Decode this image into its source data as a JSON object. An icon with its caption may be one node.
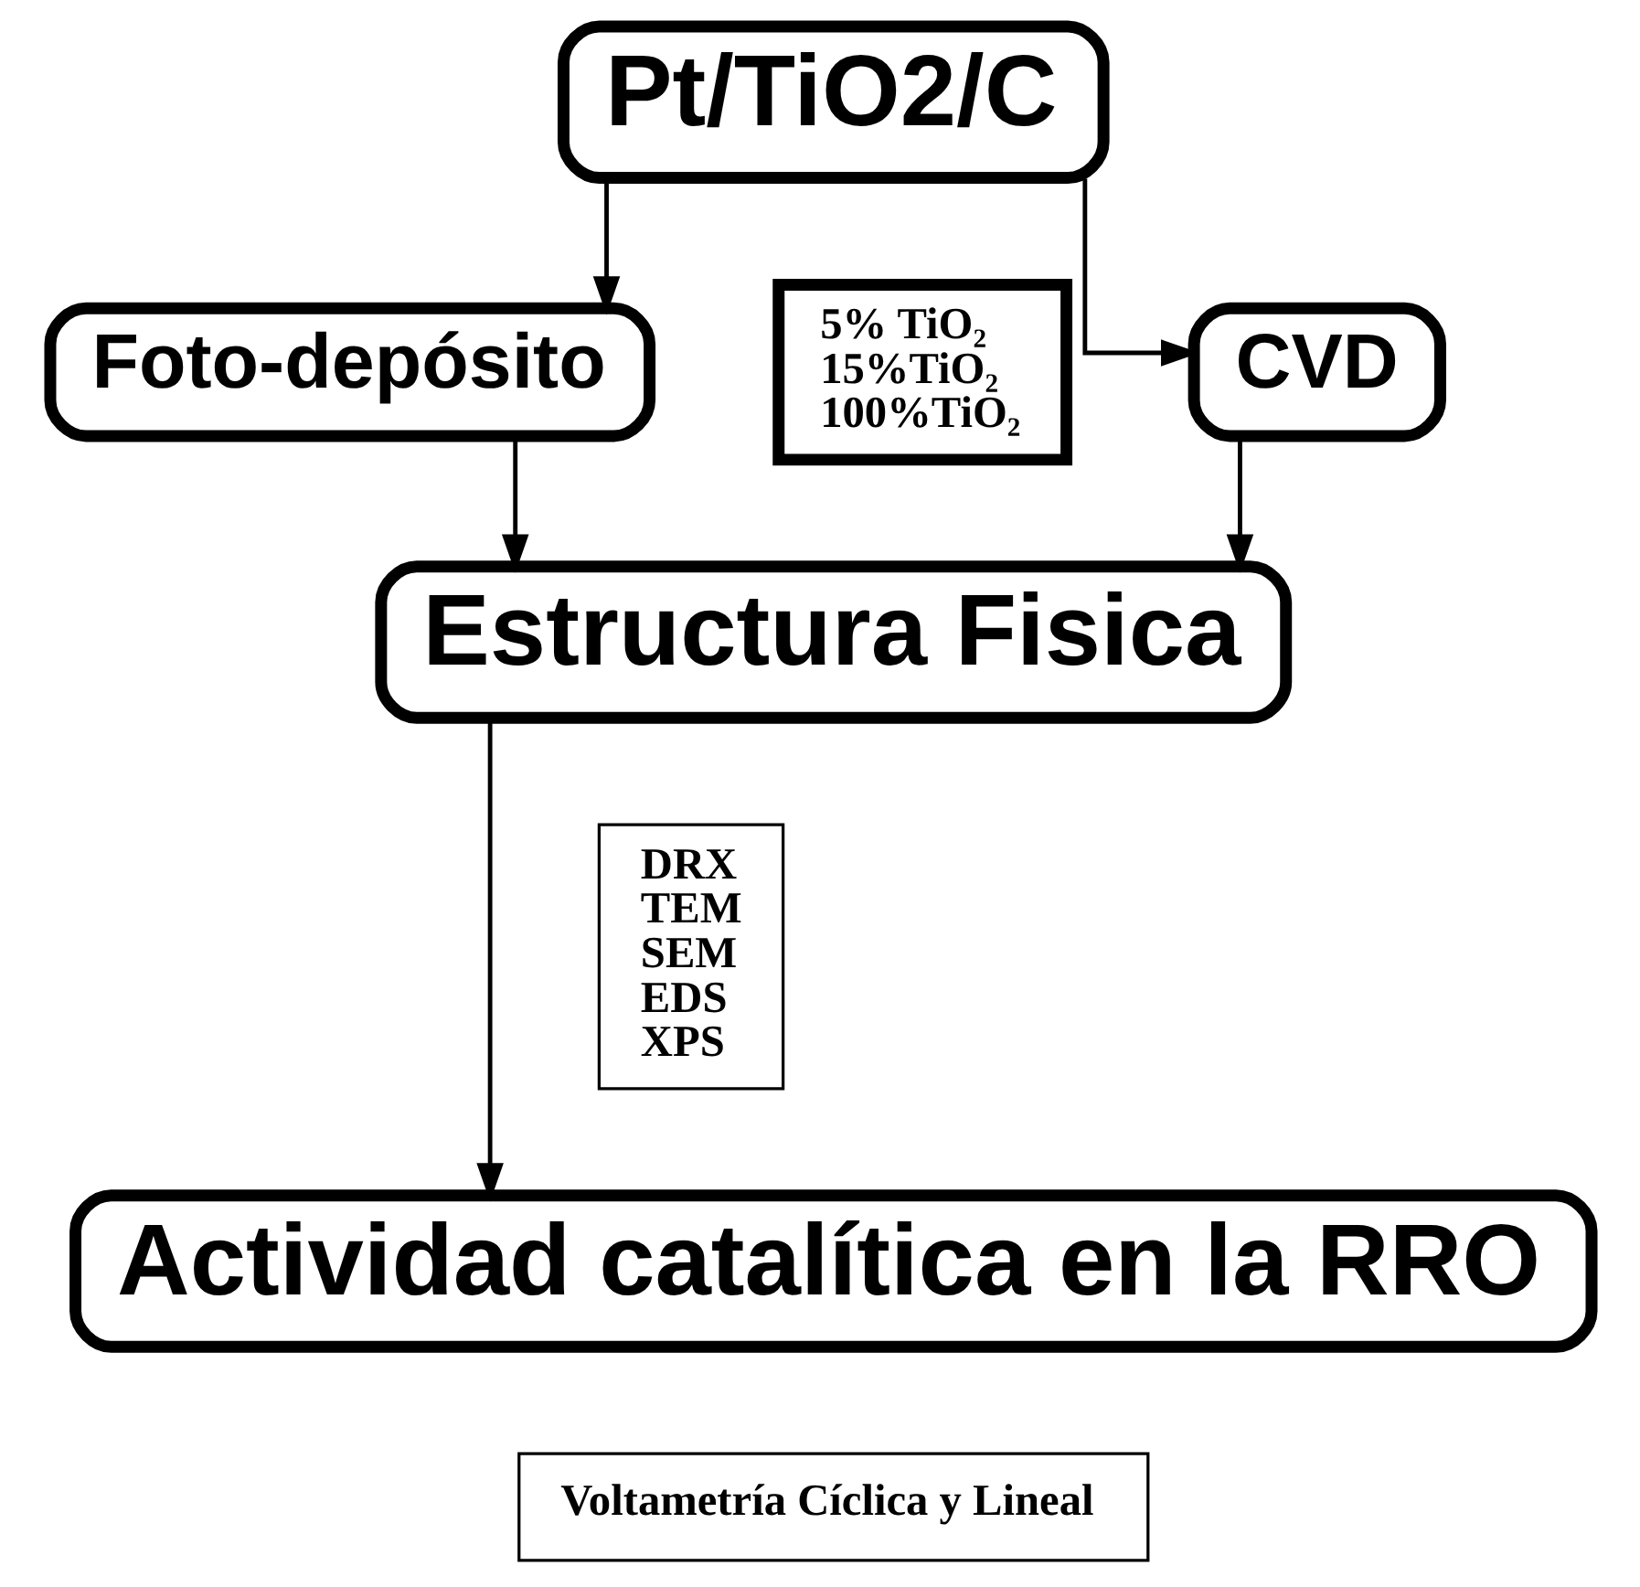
{
  "diagram": {
    "nodes": [
      {
        "text": [
          "Pt/TiO2/C"
        ]
      },
      {
        "text": [
          "Foto-depósito"
        ]
      },
      {
        "text": [
          "CVD"
        ]
      },
      {
        "text": [
          "5% TiO₂",
          "15%TiO₂",
          "100%TiO₂"
        ]
      },
      {
        "text": [
          "Estructura Fisica"
        ]
      },
      {
        "text": [
          "DRX",
          "TEM",
          "SEM",
          "EDS",
          "XPS"
        ]
      },
      {
        "text": [
          "Actividad catalítica en la RRO"
        ]
      },
      {
        "text": [
          "Voltametría Cíclica y Lineal"
        ]
      }
    ],
    "edges": [
      {
        "from": 0,
        "to": 1,
        "arrow": "to"
      },
      {
        "from": 0,
        "to": 2,
        "arrow": "to"
      },
      {
        "from": 1,
        "to": 4,
        "arrow": "to"
      },
      {
        "from": 2,
        "to": 4,
        "arrow": "to"
      },
      {
        "from": 4,
        "to": 6,
        "arrow": "to"
      }
    ]
  }
}
